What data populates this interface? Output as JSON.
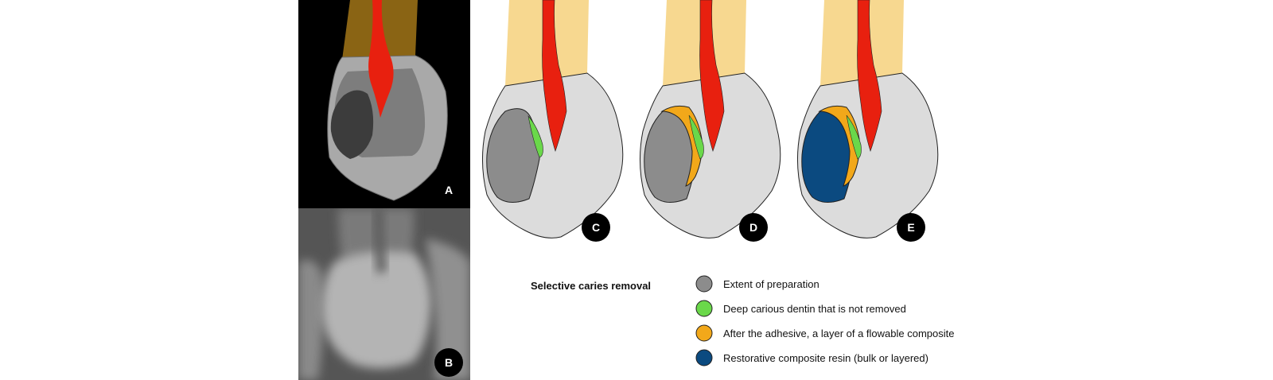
{
  "panels": {
    "a": {
      "label": "A"
    },
    "b": {
      "label": "B"
    },
    "c": {
      "label": "C"
    },
    "d": {
      "label": "D"
    },
    "e": {
      "label": "E"
    }
  },
  "legend": {
    "title": "Selective caries removal",
    "items": [
      {
        "label": "Extent of preparation",
        "color": "#8c8c8c"
      },
      {
        "label": "Deep carious dentin that is not removed",
        "color": "#6ad84a"
      },
      {
        "label": "After the adhesive, a layer of a flowable composite",
        "color": "#f2a81a"
      },
      {
        "label": "Restorative composite resin (bulk or layered)",
        "color": "#0b4a80"
      }
    ]
  },
  "colors": {
    "pulp": "#e8200f",
    "root": "#f7d890",
    "crown": "#dcdcdc",
    "xray_background": "#000000",
    "xray_root": "#8a6414"
  }
}
